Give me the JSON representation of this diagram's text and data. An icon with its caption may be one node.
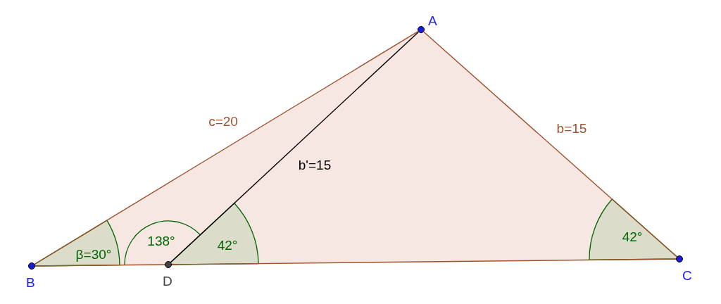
{
  "diagram": {
    "nodes": [
      {
        "text": [
          "A"
        ]
      },
      {
        "text": [
          "B"
        ]
      },
      {
        "text": [
          "C"
        ]
      },
      {
        "text": [
          "D"
        ]
      }
    ],
    "edges": [
      {
        "from": 0,
        "to": 1,
        "arrow": "none",
        "label": "c=20"
      },
      {
        "from": 0,
        "to": 2,
        "arrow": "none",
        "label": "b=15"
      },
      {
        "from": 1,
        "to": 3,
        "arrow": "none"
      },
      {
        "from": 3,
        "to": 2,
        "arrow": "none"
      },
      {
        "from": 0,
        "to": 3,
        "arrow": "none",
        "label": "b'=15",
        "color": "#000000"
      }
    ],
    "labels": [
      "β=30°",
      "138°",
      "42°",
      "42°"
    ]
  }
}
